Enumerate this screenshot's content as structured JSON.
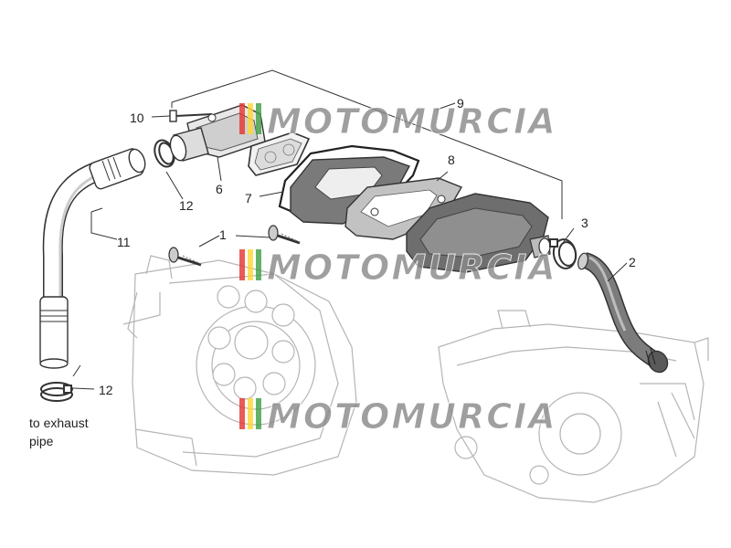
{
  "diagram": {
    "callouts": [
      "1",
      "2",
      "3",
      "6",
      "7",
      "8",
      "9",
      "10",
      "11",
      "12",
      "12"
    ],
    "caption_lines": [
      "to exhaust",
      "pipe"
    ]
  },
  "watermark": {
    "text": "MOTOMURCIA",
    "fill_color": "#8a8a8a",
    "stripe_colors": [
      "#e53935",
      "#fdd835",
      "#43a047"
    ]
  },
  "colors": {
    "line": "#333333",
    "ghost": "#b5b5b5",
    "part_dark": "#555555",
    "part_mid": "#8c8c8c",
    "part_light": "#d0d0d0"
  }
}
